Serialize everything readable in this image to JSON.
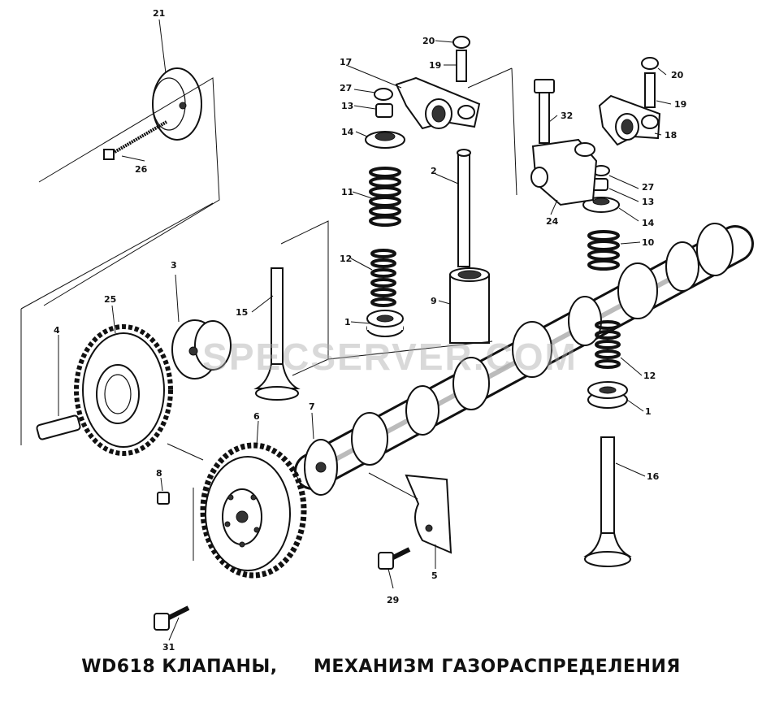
{
  "caption": {
    "model": "WD618 КЛАПАНЫ,",
    "title": "МЕХАНИЗМ ГАЗОРАСПРЕДЕЛЕНИЯ"
  },
  "watermark": "SPECSERVER.COM",
  "parts": [
    {
      "key": "p1a",
      "number": "1"
    },
    {
      "key": "p1b",
      "number": "1"
    },
    {
      "key": "p2",
      "number": "2"
    },
    {
      "key": "p3",
      "number": "3"
    },
    {
      "key": "p4",
      "number": "4"
    },
    {
      "key": "p5",
      "number": "5"
    },
    {
      "key": "p6",
      "number": "6"
    },
    {
      "key": "p7",
      "number": "7"
    },
    {
      "key": "p8",
      "number": "8"
    },
    {
      "key": "p9",
      "number": "9"
    },
    {
      "key": "p10",
      "number": "10"
    },
    {
      "key": "p11",
      "number": "11"
    },
    {
      "key": "p12a",
      "number": "12"
    },
    {
      "key": "p12b",
      "number": "12"
    },
    {
      "key": "p13a",
      "number": "13"
    },
    {
      "key": "p13b",
      "number": "13"
    },
    {
      "key": "p14a",
      "number": "14"
    },
    {
      "key": "p14b",
      "number": "14"
    },
    {
      "key": "p15",
      "number": "15"
    },
    {
      "key": "p16",
      "number": "16"
    },
    {
      "key": "p17",
      "number": "17"
    },
    {
      "key": "p18",
      "number": "18"
    },
    {
      "key": "p19a",
      "number": "19"
    },
    {
      "key": "p19b",
      "number": "19"
    },
    {
      "key": "p20a",
      "number": "20"
    },
    {
      "key": "p20b",
      "number": "20"
    },
    {
      "key": "p21",
      "number": "21"
    },
    {
      "key": "p24",
      "number": "24"
    },
    {
      "key": "p25",
      "number": "25"
    },
    {
      "key": "p26",
      "number": "26"
    },
    {
      "key": "p27a",
      "number": "27"
    },
    {
      "key": "p27b",
      "number": "27"
    },
    {
      "key": "p29",
      "number": "29"
    },
    {
      "key": "p31",
      "number": "31"
    },
    {
      "key": "p32",
      "number": "32"
    }
  ]
}
